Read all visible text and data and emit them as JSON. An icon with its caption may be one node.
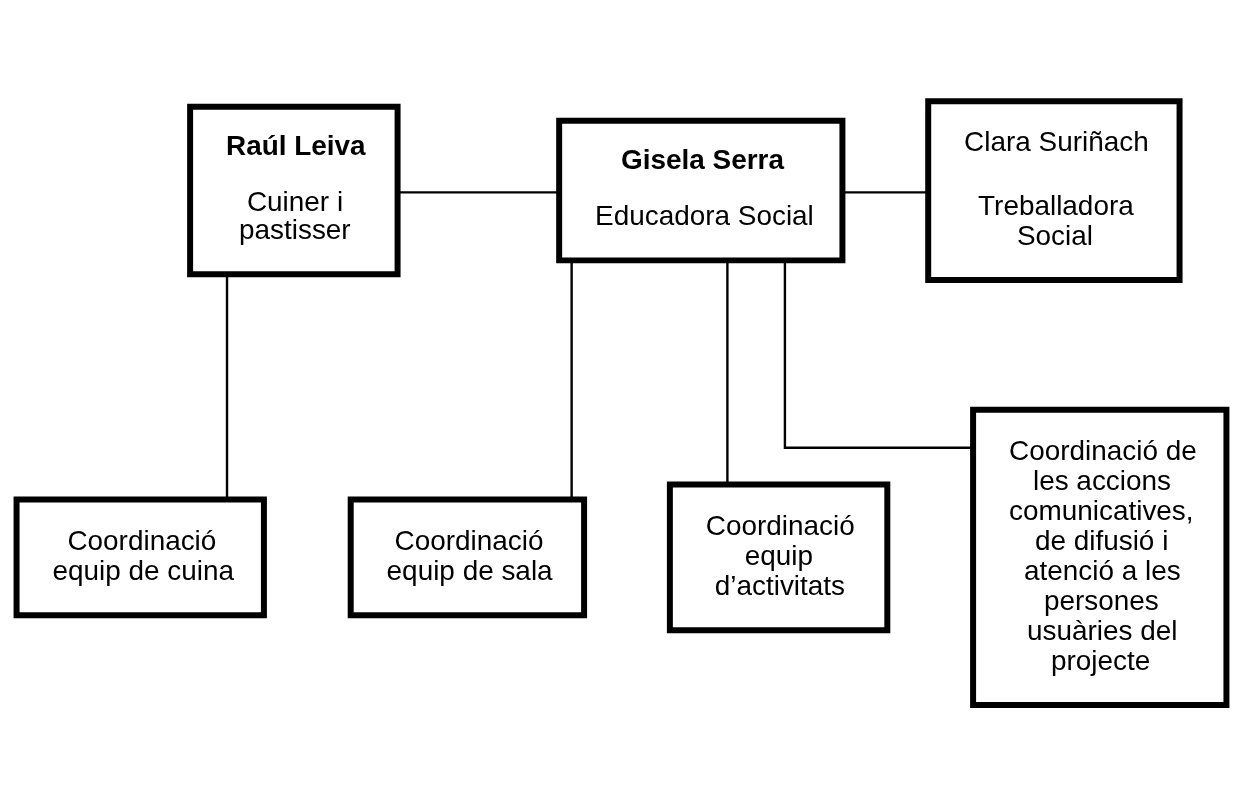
{
  "diagram": {
    "nodes": [
      {
        "text": [
          "Raúl Leiva",
          "Cuiner i pastisser"
        ]
      },
      {
        "text": [
          "Gisela Serra",
          "Educadora Social"
        ]
      },
      {
        "text": [
          "Clara Suriñach",
          "Treballadora Social"
        ]
      },
      {
        "text": [
          "Coordinació equip de cuina"
        ]
      },
      {
        "text": [
          "Coordinació equip de sala"
        ]
      },
      {
        "text": [
          "Coordinació equip d’activitats"
        ]
      },
      {
        "text": [
          "Coordinació de les accions comunicatives, de difusió i atenció a les persones usuàries del projecte"
        ]
      }
    ],
    "edges": [
      {
        "from": 0,
        "to": 1,
        "arrow": "none"
      },
      {
        "from": 1,
        "to": 2,
        "arrow": "none"
      },
      {
        "from": 0,
        "to": 3,
        "arrow": "none"
      },
      {
        "from": 1,
        "to": 4,
        "arrow": "none"
      },
      {
        "from": 1,
        "to": 5,
        "arrow": "none"
      },
      {
        "from": 1,
        "to": 6,
        "arrow": "none"
      }
    ]
  }
}
